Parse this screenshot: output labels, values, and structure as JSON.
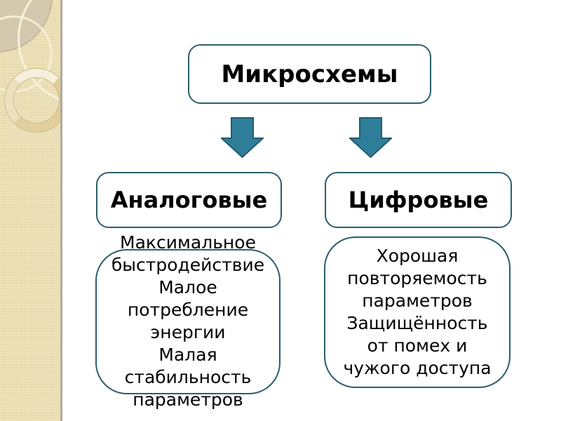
{
  "slide": {
    "kind": "presentation-slide-hierarchy-diagram",
    "root_label": "Микросхемы",
    "branches": [
      {
        "label": "Аналоговые",
        "details": "Максимальное\nбыстродействие\nМалое\nпотребление\nэнергии\nМалая\nстабильность\nпараметров"
      },
      {
        "label": "Цифровые",
        "details": "Хорошая\nповторяемость\nпараметров\nЗащищённость\nот помех и\nчужого доступа"
      }
    ],
    "icons": {
      "left_arrow": "down-arrow-icon",
      "right_arrow": "down-arrow-icon"
    },
    "colors": {
      "background": "#ffffff",
      "box_border": "#2b5f6c",
      "arrow_fill": "#2e7e99",
      "arrow_stroke": "#215a71",
      "sidebar": "#e9dcb1",
      "sidebar_edge": "#b2a999",
      "text": "#000000"
    }
  }
}
